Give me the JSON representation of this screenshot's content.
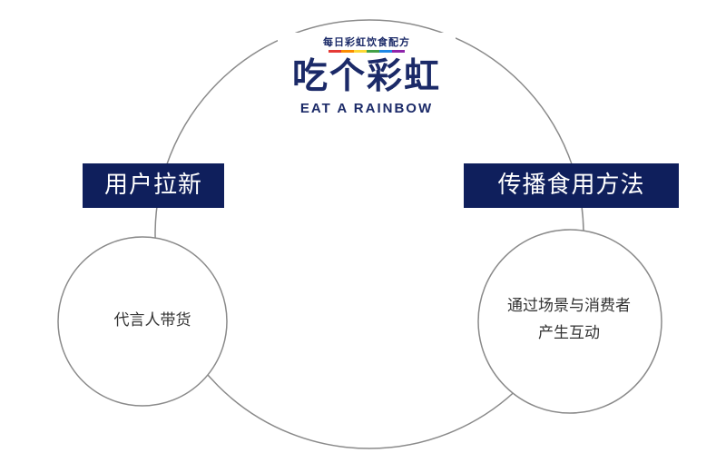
{
  "logo": {
    "tagline": "每日彩虹饮食配方",
    "title": "吃个彩虹",
    "subtitle": "EAT A RAINBOW",
    "stripe_colors": [
      "#e53935",
      "#fb8c00",
      "#fdd835",
      "#43a047",
      "#1e88e5",
      "#8e24aa"
    ]
  },
  "labels": {
    "left": "用户拉新",
    "right": "传播食用方法"
  },
  "circles": {
    "left_text": "代言人带货",
    "right_line1": "通过场景与消费者",
    "right_line2": "产生互动"
  },
  "colors": {
    "navy": "#0f1f5c",
    "outline": "#8a8a8a"
  }
}
